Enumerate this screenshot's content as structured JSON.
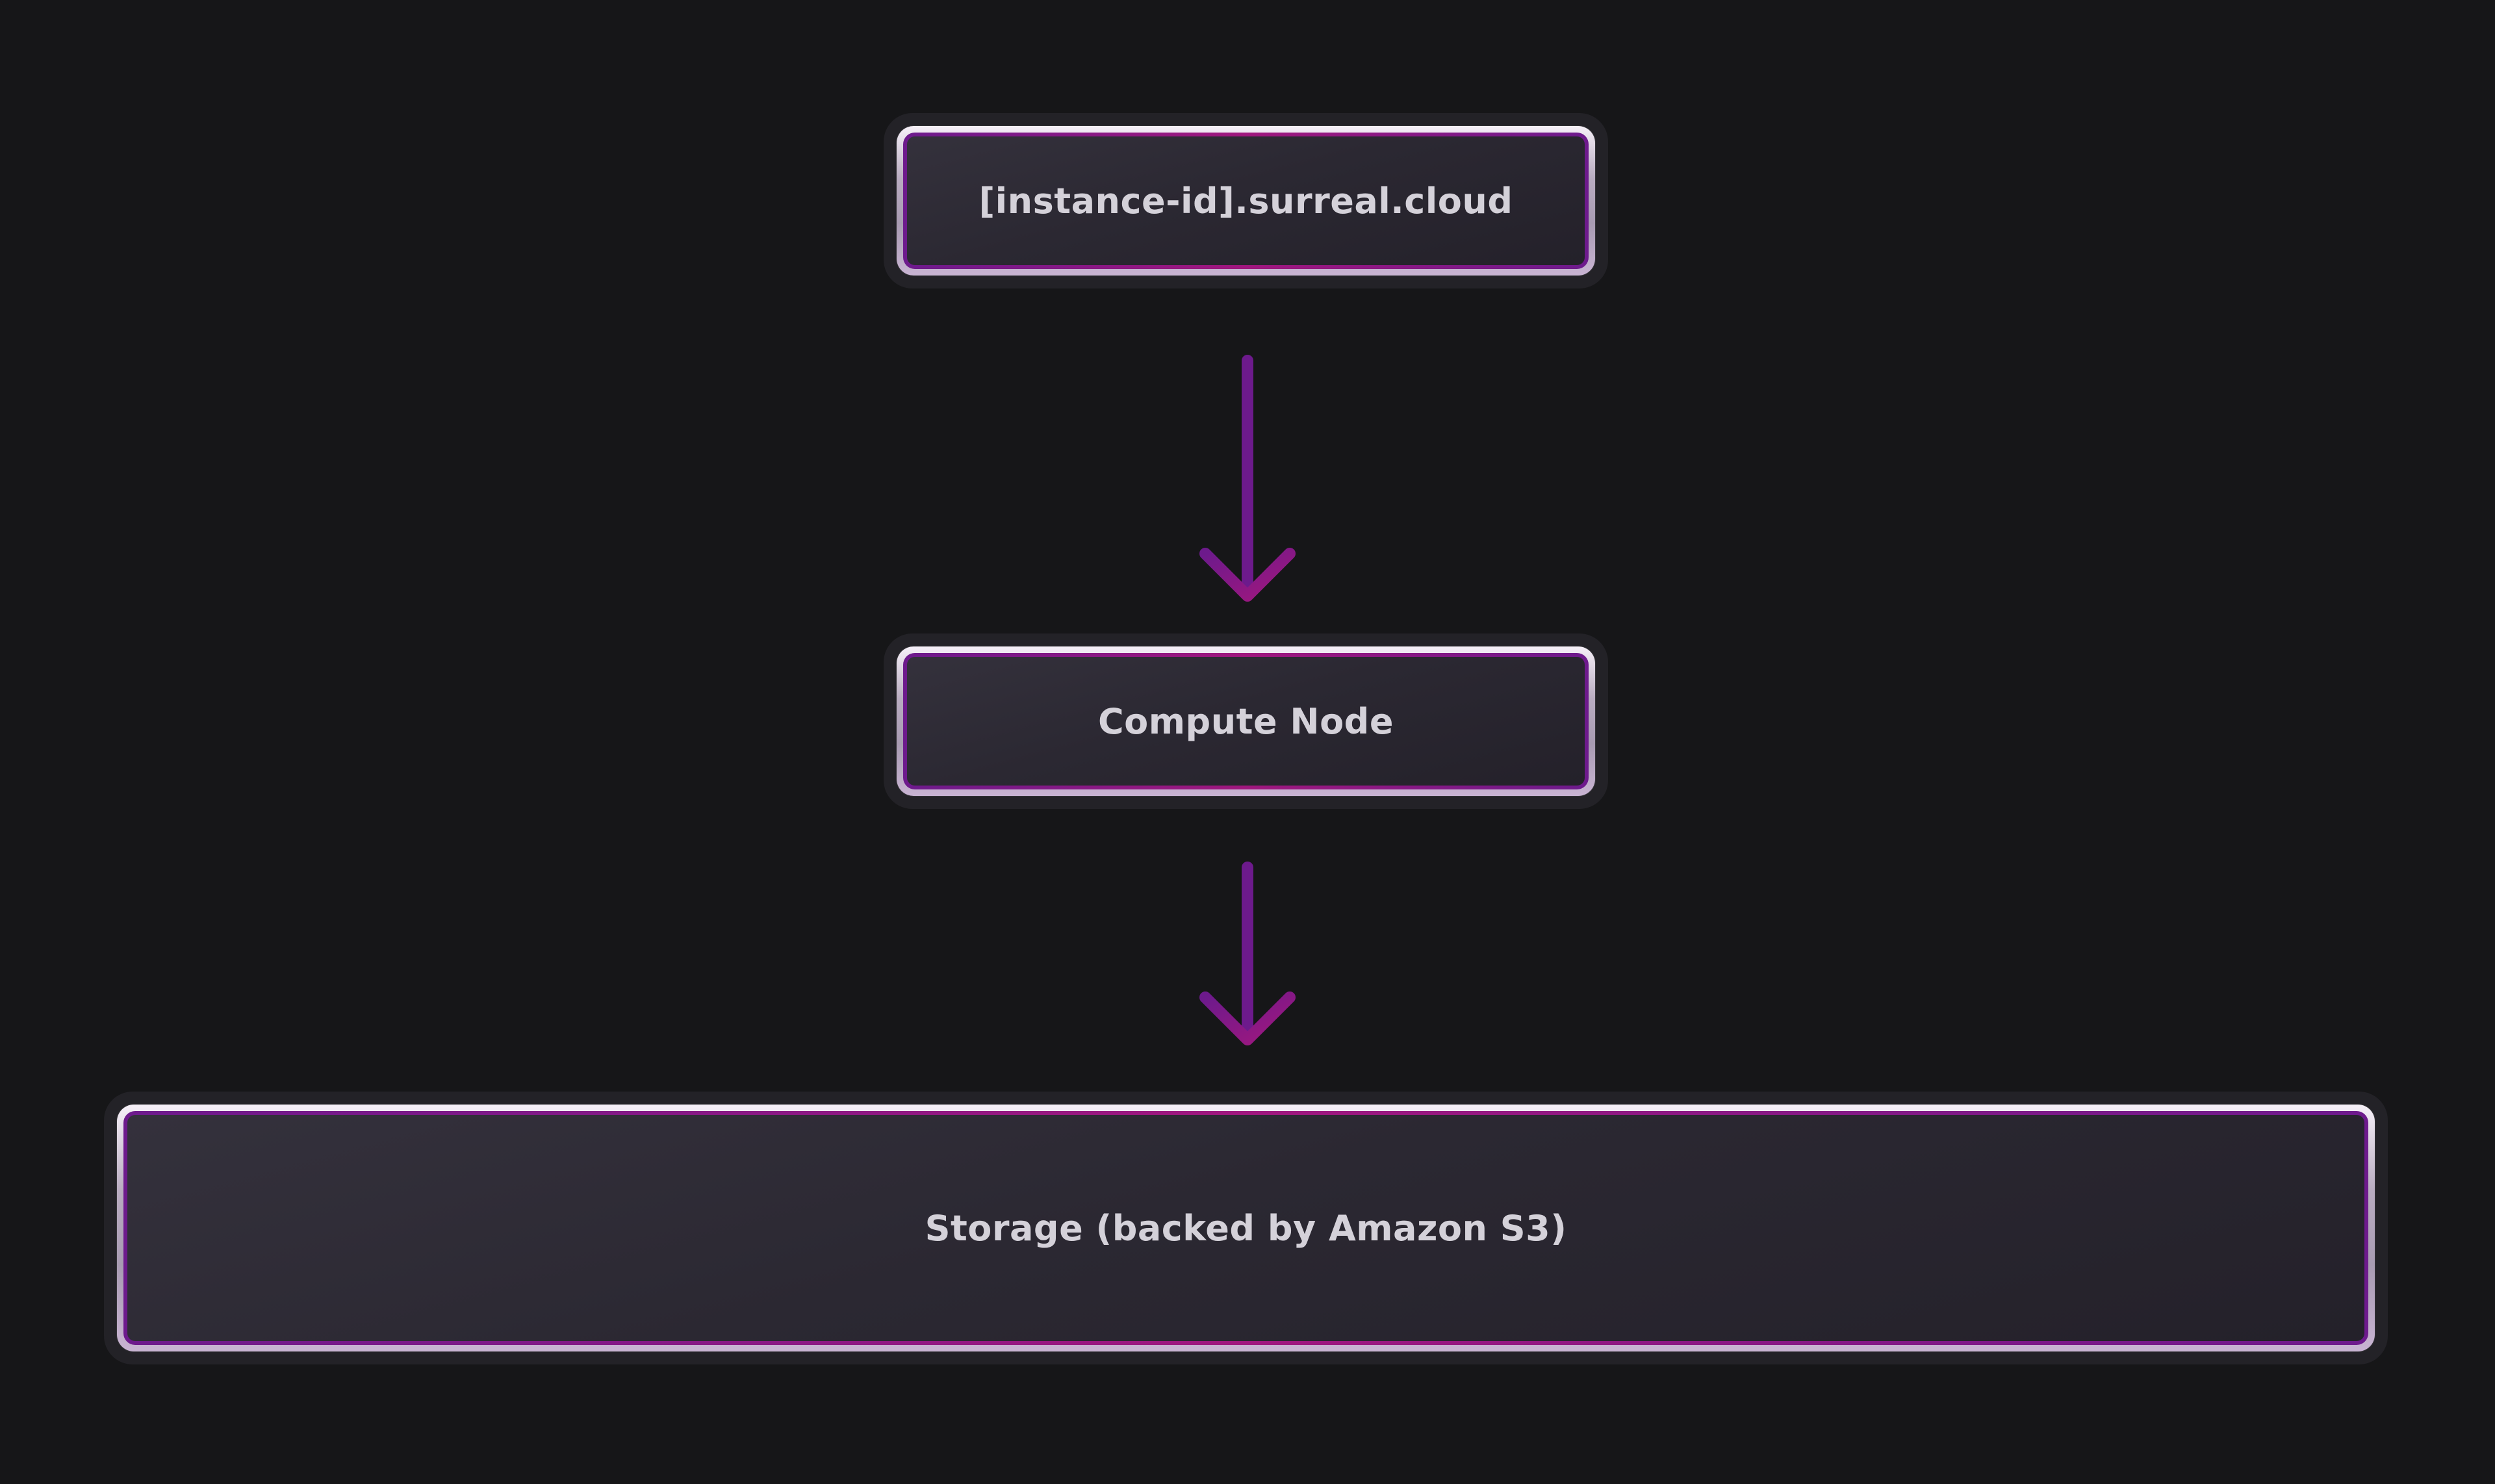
{
  "diagram": {
    "nodes": [
      {
        "id": "instance",
        "label": "[instance-id].surreal.cloud"
      },
      {
        "id": "compute",
        "label": "Compute Node"
      },
      {
        "id": "storage",
        "label": "Storage (backed by Amazon S3)"
      }
    ],
    "edges": [
      {
        "from": "instance",
        "to": "compute"
      },
      {
        "from": "compute",
        "to": "storage"
      }
    ]
  },
  "colors": {
    "background": "#161618",
    "node_fill": "#2b2832",
    "node_outline": "#b9acc1",
    "accent_purple": "#6d1a8c",
    "accent_magenta": "#a0177e",
    "text": "#d4d1d9"
  }
}
